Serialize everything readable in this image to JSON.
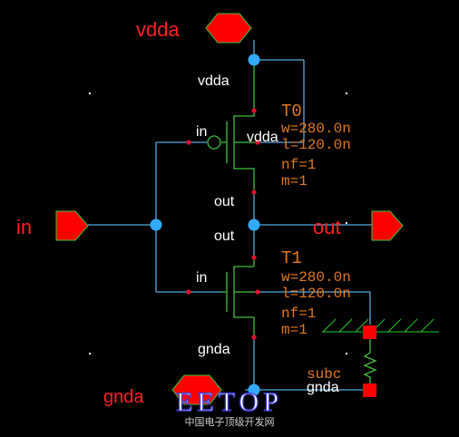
{
  "pins": {
    "vdda": "vdda",
    "gnda": "gnda",
    "in": "in",
    "out": "out"
  },
  "nets": {
    "vdda_top": "vdda",
    "out_upper": "out",
    "out_lower": "out",
    "gnda_bottom": "gnda",
    "pmos_gate": "in",
    "pmos_body": "vdda",
    "nmos_gate": "in"
  },
  "devices": {
    "pmos": {
      "name": "T0",
      "w": "w=280.0n",
      "l": "l=120.0n",
      "nf": "nf=1",
      "m": "m=1"
    },
    "nmos": {
      "name": "T1",
      "w": "w=280.0n",
      "l": "l=120.0n",
      "nf": "nf=1",
      "m": "m=1"
    },
    "substrate": {
      "label": "subc",
      "net": "gnda"
    }
  },
  "watermark": {
    "logo": "EETOP",
    "subtitle": "中国电子顶级开发网"
  },
  "colors": {
    "background": "#000000",
    "wire": "#55aadd",
    "device": "#3fbf3f",
    "pin": "#ff0000",
    "pin_label": "#ff2020",
    "net_label": "#ffffff",
    "property": "#e0781a",
    "junction": "#33aaff",
    "dot": "#e0102a",
    "hatch": "#22cc22"
  }
}
